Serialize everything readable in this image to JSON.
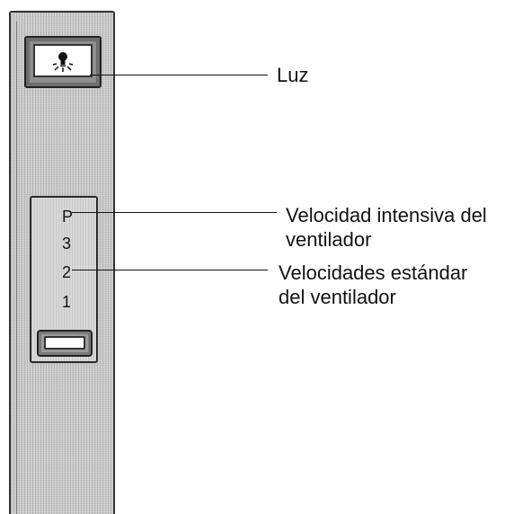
{
  "light_button": {
    "icon": "light-bulb-icon",
    "callout": "Luz"
  },
  "fan_slider": {
    "speed_labels": [
      "P",
      "3",
      "2",
      "1"
    ],
    "callout_boost_line1": "Velocidad intensiva del",
    "callout_boost_line2": "ventilador",
    "callout_standard_line1": "Velocidades estándar",
    "callout_standard_line2": "del ventilador"
  }
}
